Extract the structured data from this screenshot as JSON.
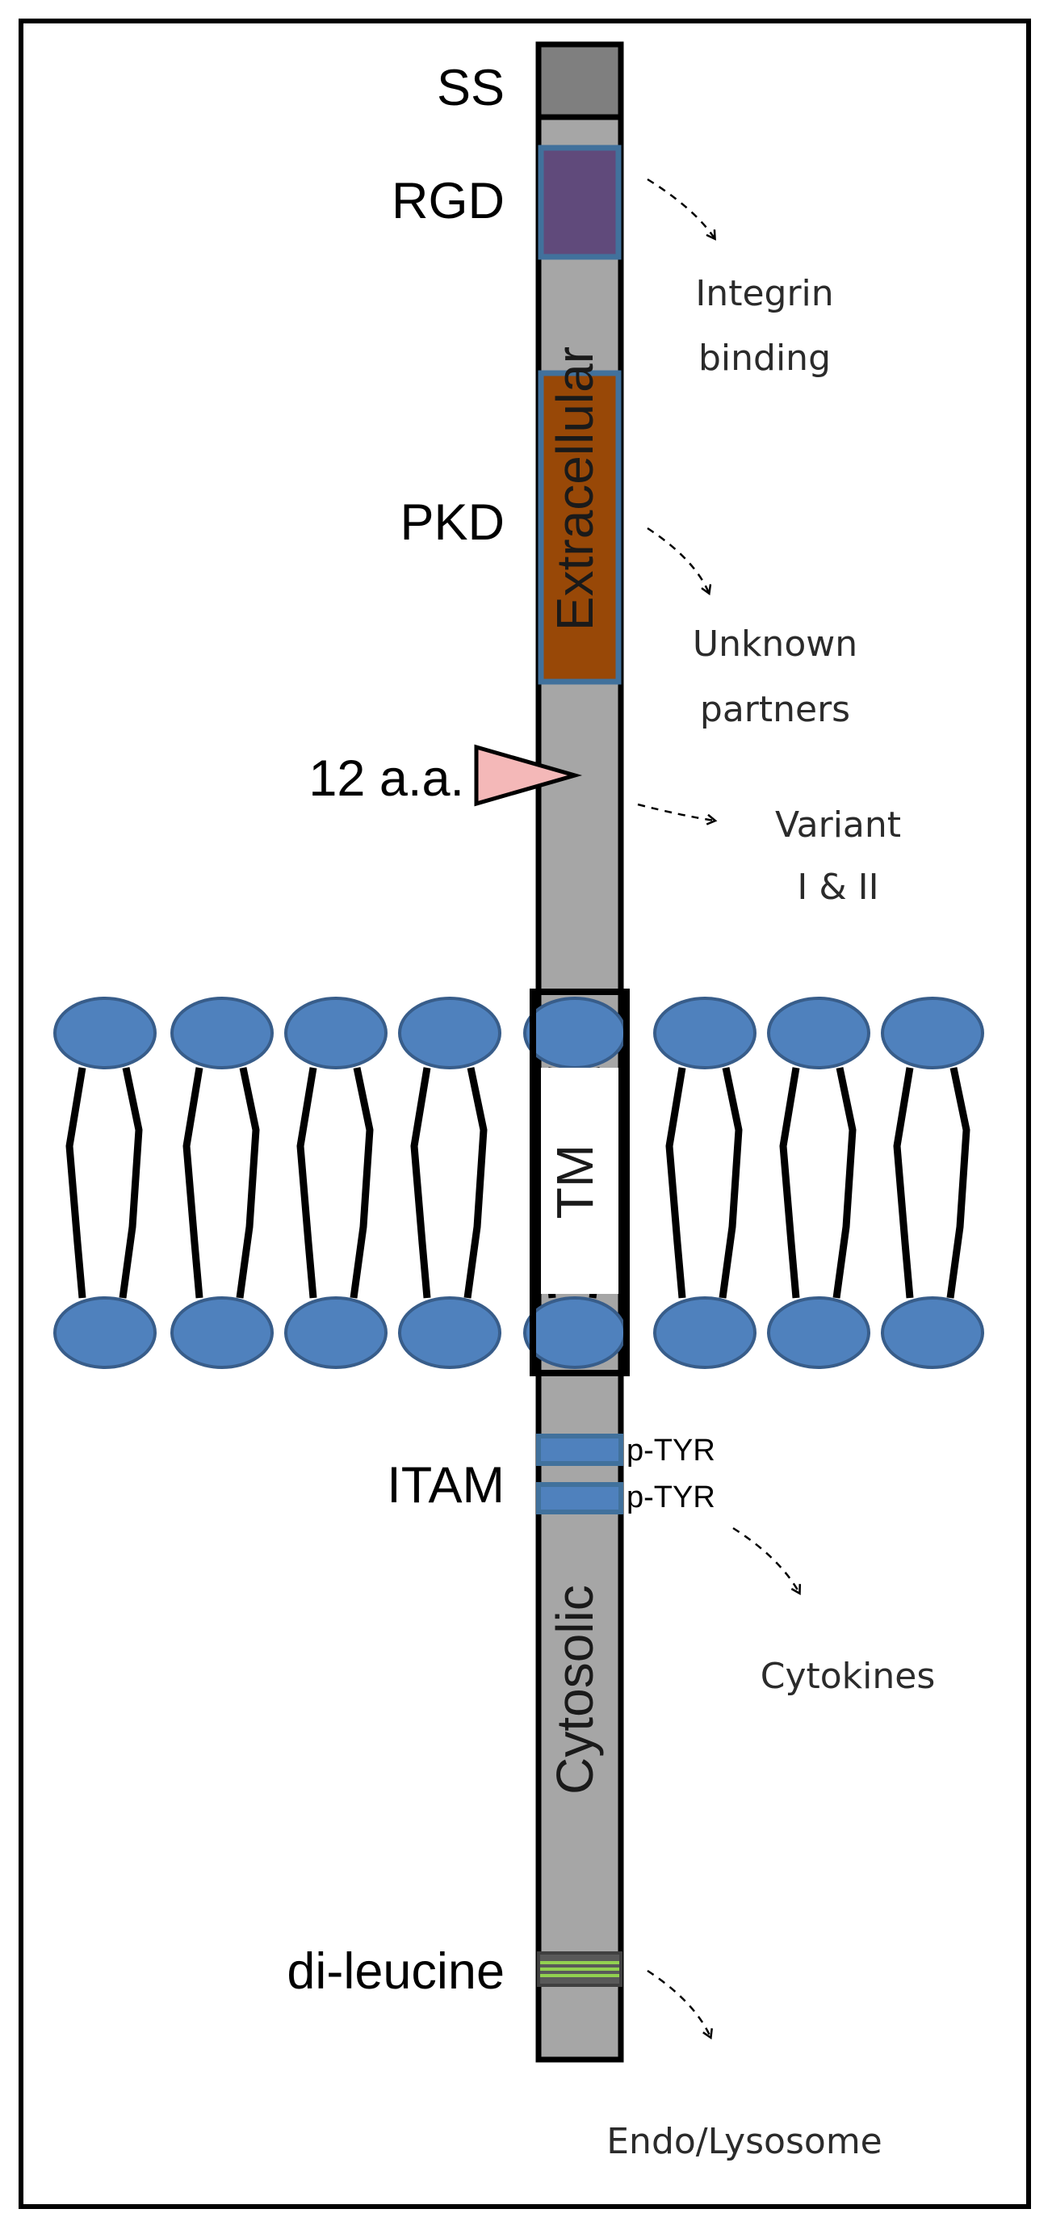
{
  "domains": {
    "ss": "SS",
    "rgd": "RGD",
    "pkd": "PKD",
    "twelve_aa": "12 a.a.",
    "itam": "ITAM",
    "dileucine": "di-leucine"
  },
  "regions": {
    "extracellular": "Extracellular",
    "tm": "TM",
    "cytosolic": "Cytosolic"
  },
  "itam_sites": [
    "p-TYR",
    "p-TYR"
  ],
  "functions": {
    "integrin_line1": "Integrin",
    "integrin_line2": "binding",
    "unknown_line1": "Unknown",
    "unknown_line2": "partners",
    "variant_line1": "Variant",
    "variant_line2": "I & II",
    "cytokines": "Cytokines",
    "endo": "Endo/Lysosome"
  },
  "colors": {
    "border": "#000000",
    "protein_bar": "#a6a6a6",
    "signal_sequence": "#7f7f7f",
    "rgd_domain": "#604a7b",
    "pkd_domain": "#984807",
    "domain_outline": "#41719c",
    "lipid_head": "#4f81bd",
    "lipid_head_outline": "#385d8a",
    "arrowhead_12aa": "#f4b8b8",
    "dileucine_lines": "#92d050"
  }
}
